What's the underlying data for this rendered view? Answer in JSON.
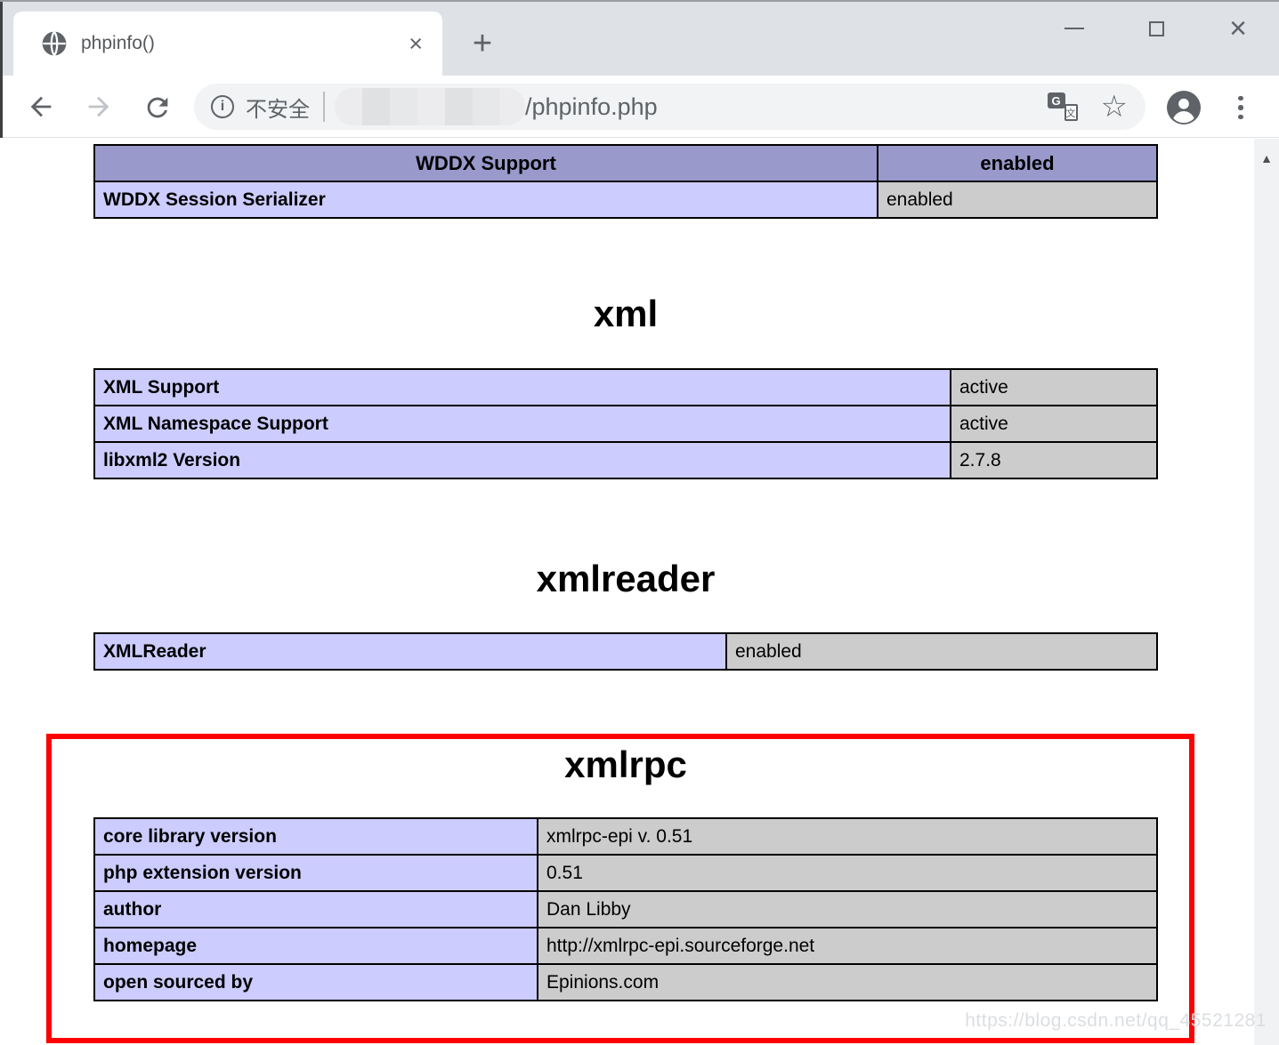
{
  "browser": {
    "tab_title": "phpinfo()",
    "security_label": "不安全",
    "url_path": "/phpinfo.php"
  },
  "icons": {
    "tab_close": "×",
    "new_tab": "+",
    "window_close": "×",
    "bookmark_star": "☆",
    "scroll_up": "▲",
    "info": "i",
    "translate_g": "G",
    "translate_char": "文"
  },
  "colors": {
    "table_header_bg": "#9999cc",
    "table_label_bg": "#ccccff",
    "table_value_bg": "#cccccc",
    "annotation_border": "#ff0000",
    "tabstrip_bg": "#dee1e6",
    "omnibox_bg": "#f1f3f4"
  },
  "sections": [
    {
      "id": "wddx",
      "header": {
        "label": "WDDX Support",
        "value": "enabled"
      },
      "rows": [
        {
          "label": "WDDX Session Serializer",
          "value": "enabled"
        }
      ]
    },
    {
      "id": "xml",
      "heading": "xml",
      "rows": [
        {
          "label": "XML Support",
          "value": "active"
        },
        {
          "label": "XML Namespace Support",
          "value": "active"
        },
        {
          "label": "libxml2 Version",
          "value": "2.7.8"
        }
      ]
    },
    {
      "id": "xmlreader",
      "heading": "xmlreader",
      "rows": [
        {
          "label": "XMLReader",
          "value": "enabled"
        }
      ]
    },
    {
      "id": "xmlrpc",
      "heading": "xmlrpc",
      "rows": [
        {
          "label": "core library version",
          "value": "xmlrpc-epi v. 0.51"
        },
        {
          "label": "php extension version",
          "value": "0.51"
        },
        {
          "label": "author",
          "value": "Dan Libby"
        },
        {
          "label": "homepage",
          "value": "http://xmlrpc-epi.sourceforge.net"
        },
        {
          "label": "open sourced by",
          "value": "Epinions.com"
        }
      ]
    }
  ],
  "watermark": "https://blog.csdn.net/qq_45521281"
}
